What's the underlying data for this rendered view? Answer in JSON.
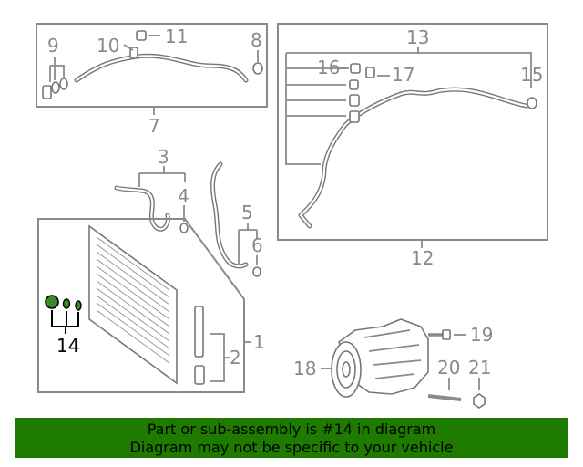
{
  "callouts": {
    "c1": "1",
    "c2": "2",
    "c3": "3",
    "c4": "4",
    "c5": "5",
    "c6": "6",
    "c7": "7",
    "c8": "8",
    "c9": "9",
    "c10": "10",
    "c11": "11",
    "c12": "12",
    "c13": "13",
    "c14": "14",
    "c15": "15",
    "c16": "16",
    "c17": "17",
    "c18": "18",
    "c19": "19",
    "c20": "20",
    "c21": "21"
  },
  "highlighted_part": "14",
  "colors": {
    "banner": "#1f7a00",
    "highlight": "#000000",
    "line": "#8a8a8a"
  },
  "banner": {
    "line1": "Part or sub-assembly is #14 in diagram",
    "line2": "Diagram may not be specific to your vehicle"
  }
}
